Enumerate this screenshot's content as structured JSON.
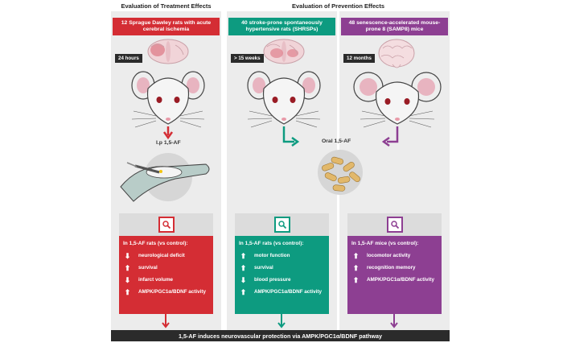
{
  "headings": {
    "treatment": "Evaluation of Treatment Effects",
    "prevention": "Evaluation of Prevention Effects"
  },
  "colors": {
    "red": "#d42d34",
    "teal": "#0d9b80",
    "purple": "#8d3f92"
  },
  "columns": [
    {
      "title": "12 Sprague Dawley rats with acute cerebral ischemia",
      "time": "24 hours",
      "route": "I.p 1,5-AF",
      "result_title": "In 1,5-AF rats (vs control):",
      "results": [
        {
          "dir": "down",
          "glyph": "⬇",
          "label": "neurological deficit"
        },
        {
          "dir": "up",
          "glyph": "⬆",
          "label": "survival"
        },
        {
          "dir": "down",
          "glyph": "⬇",
          "label": "infarct volume"
        },
        {
          "dir": "up",
          "glyph": "⬆",
          "label": "AMPK/PGC1α/BDNF activity"
        }
      ]
    },
    {
      "title": "40 stroke-prone spontaneously hypertensive rats (SHRSPs)",
      "time": "> 15 weeks",
      "route": "Oral 1,5-AF",
      "result_title": "In 1,5-AF rats (vs control):",
      "results": [
        {
          "dir": "up",
          "glyph": "⬆",
          "label": "motor function"
        },
        {
          "dir": "up",
          "glyph": "⬆",
          "label": "survival"
        },
        {
          "dir": "down",
          "glyph": "⬇",
          "label": "blood pressure"
        },
        {
          "dir": "up",
          "glyph": "⬆",
          "label": "AMPK/PGC1α/BDNF activity"
        }
      ]
    },
    {
      "title": "48 senescence-accelerated mouse-prone 8 (SAMP8) mice",
      "time": "12 months",
      "result_title": "In 1,5-AF mice (vs control):",
      "results": [
        {
          "dir": "up",
          "glyph": "⬆",
          "label": "locomotor activity"
        },
        {
          "dir": "up",
          "glyph": "⬆",
          "label": "recognition memory"
        },
        {
          "dir": "up",
          "glyph": "⬆",
          "label": "AMPK/PGC1α/BDNF activity"
        }
      ]
    }
  ],
  "footer": "1,5-AF induces neurovascular protection via AMPK/PGC1α/BDNF pathway"
}
